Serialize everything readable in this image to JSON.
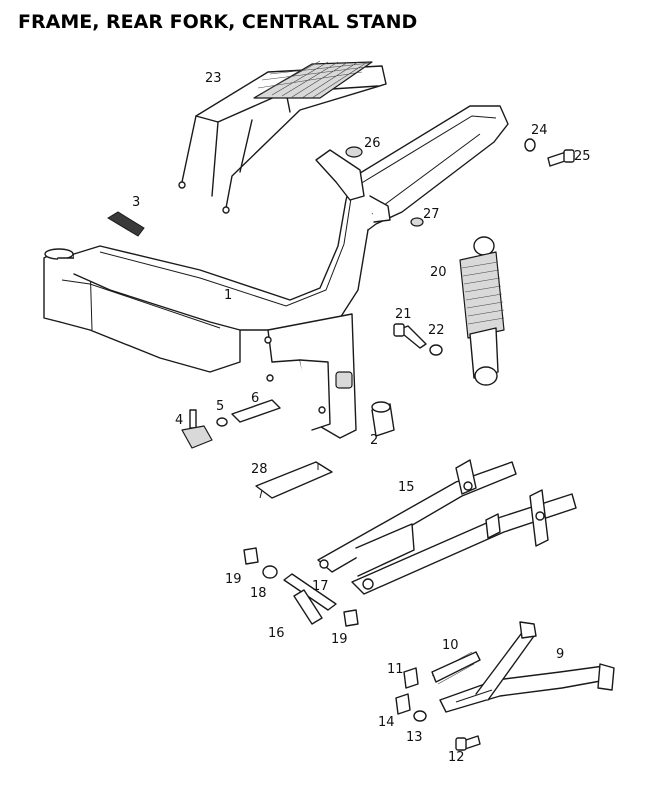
{
  "title": "FRAME, REAR FORK, CENTRAL STAND",
  "callouts": [
    {
      "id": "1"
    },
    {
      "id": "2"
    },
    {
      "id": "3"
    },
    {
      "id": "4"
    },
    {
      "id": "5"
    },
    {
      "id": "6"
    },
    {
      "id": "9"
    },
    {
      "id": "10"
    },
    {
      "id": "11"
    },
    {
      "id": "12"
    },
    {
      "id": "13"
    },
    {
      "id": "14"
    },
    {
      "id": "15"
    },
    {
      "id": "16"
    },
    {
      "id": "17"
    },
    {
      "id": "18"
    },
    {
      "id": "19"
    },
    {
      "id": "19"
    },
    {
      "id": "20"
    },
    {
      "id": "21"
    },
    {
      "id": "22"
    },
    {
      "id": "23"
    },
    {
      "id": "24"
    },
    {
      "id": "25"
    },
    {
      "id": "26"
    },
    {
      "id": "27"
    },
    {
      "id": "28"
    }
  ]
}
